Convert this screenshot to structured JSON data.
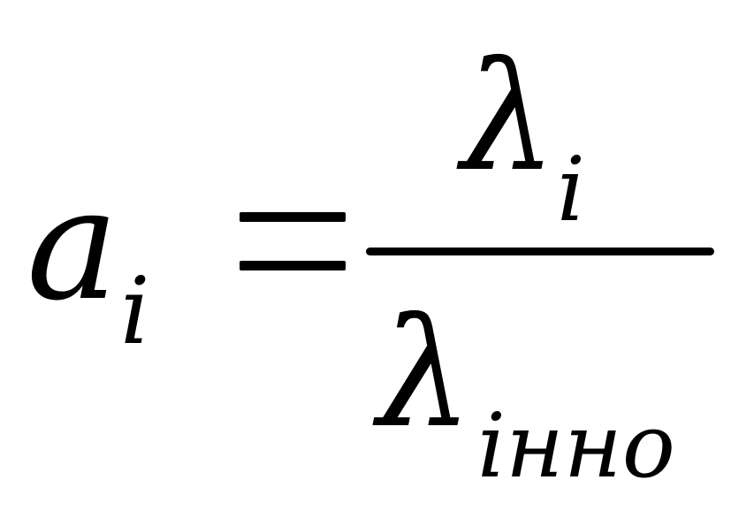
{
  "formula": {
    "lhs": {
      "base": "a",
      "subscript": "i"
    },
    "operator": "=",
    "numerator": {
      "base": "λ",
      "subscript": "i"
    },
    "denominator": {
      "base": "λ",
      "subscript": "iнно"
    }
  }
}
